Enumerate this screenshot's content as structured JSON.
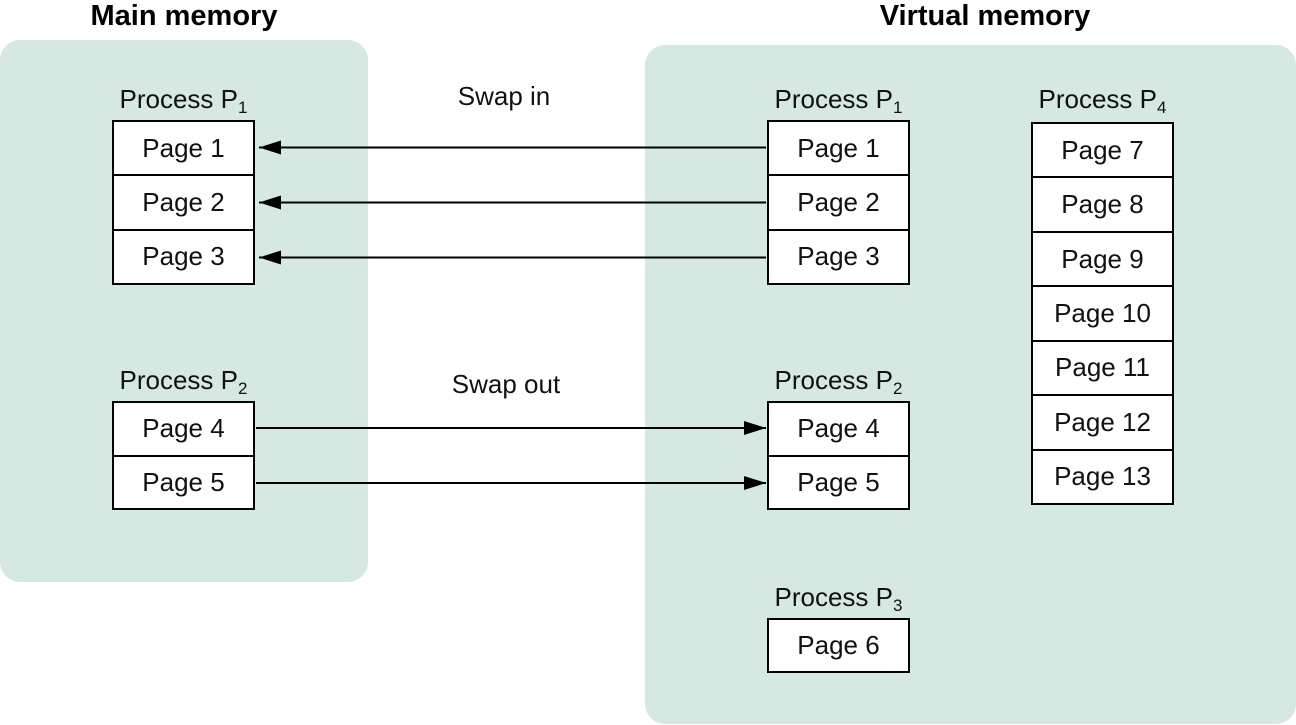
{
  "titles": {
    "main": "Main memory",
    "virtual": "Virtual memory"
  },
  "swap": {
    "in_label": "Swap in",
    "out_label": "Swap out"
  },
  "groups": {
    "main_p1": {
      "label": "Process P",
      "sub": "1",
      "pages": [
        "Page 1",
        "Page 2",
        "Page 3"
      ]
    },
    "main_p2": {
      "label": "Process P",
      "sub": "2",
      "pages": [
        "Page 4",
        "Page 5"
      ]
    },
    "virtual_p1": {
      "label": "Process P",
      "sub": "1",
      "pages": [
        "Page 1",
        "Page 2",
        "Page 3"
      ]
    },
    "virtual_p2": {
      "label": "Process P",
      "sub": "2",
      "pages": [
        "Page 4",
        "Page 5"
      ]
    },
    "virtual_p3": {
      "label": "Process P",
      "sub": "3",
      "pages": [
        "Page 6"
      ]
    },
    "virtual_p4": {
      "label": "Process P",
      "sub": "4",
      "pages": [
        "Page 7",
        "Page 8",
        "Page 9",
        "Page 10",
        "Page 11",
        "Page 12",
        "Page 13"
      ]
    }
  },
  "colors": {
    "panel_fill": "#d5e8e1",
    "line": "#000000",
    "text": "#111111",
    "box_fill": "#ffffff"
  }
}
